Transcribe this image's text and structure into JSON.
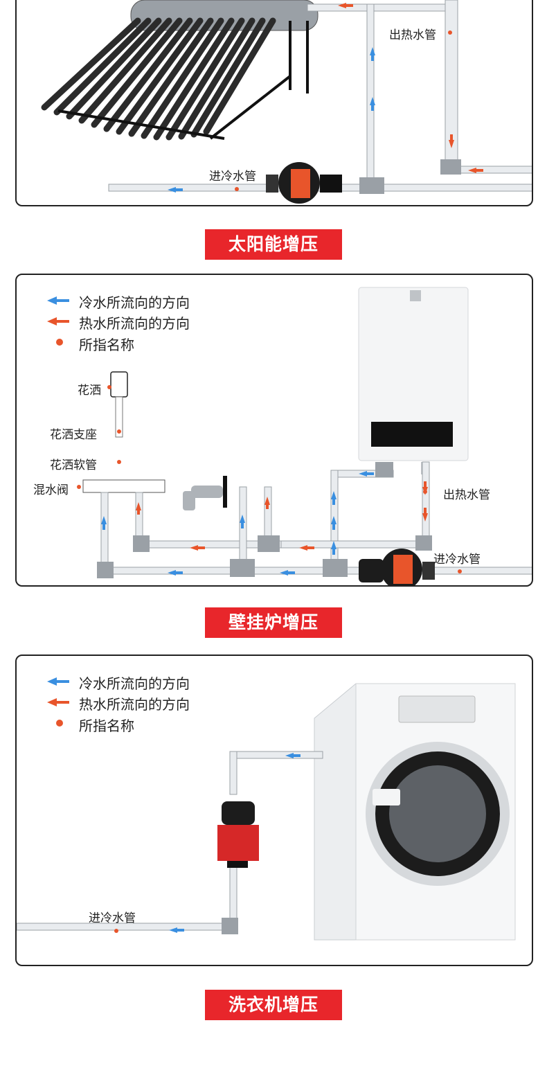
{
  "solar": {
    "labels": {
      "hot_out": "出热水管",
      "cold_in": "进冷水管"
    },
    "banner": "太阳能增压"
  },
  "boiler": {
    "legend": {
      "cold": "冷水所流向的方向",
      "hot": "热水所流向的方向",
      "point": "所指名称"
    },
    "labels": {
      "shower": "花洒",
      "shower_base": "花洒支座",
      "shower_hose": "花洒软管",
      "mixer": "混水阀",
      "hot_out": "出热水管",
      "cold_in": "进冷水管"
    },
    "banner": "壁挂炉增压"
  },
  "washer": {
    "legend": {
      "cold": "冷水所流向的方向",
      "hot": "热水所流向的方向",
      "point": "所指名称"
    },
    "labels": {
      "cold_in": "进冷水管"
    },
    "banner": "洗衣机增压"
  },
  "colors": {
    "cold_arrow": "#3a8fe0",
    "hot_arrow": "#e8552b",
    "dot": "#e8552b",
    "banner": "#e8262b"
  }
}
